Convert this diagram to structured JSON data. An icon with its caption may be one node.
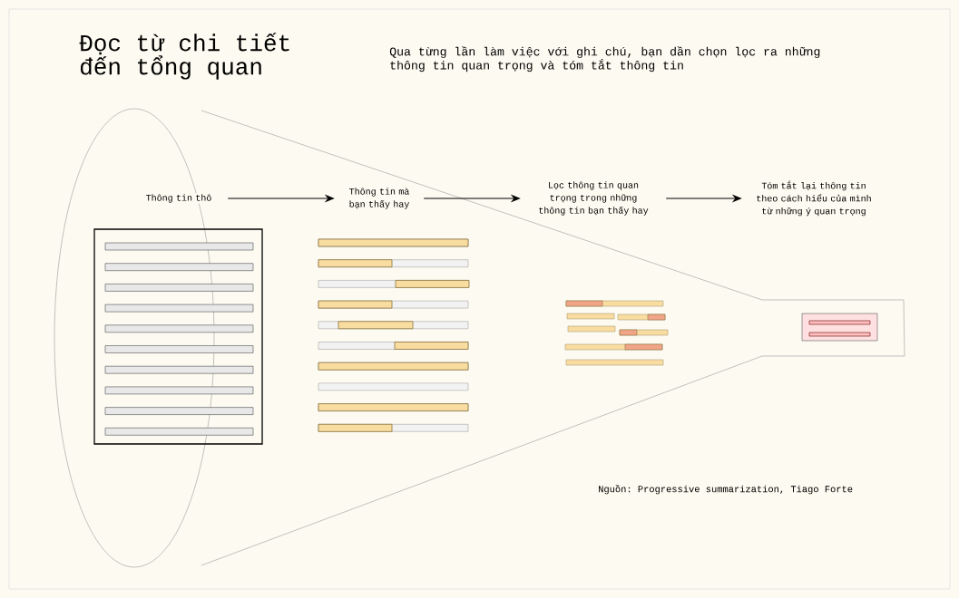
{
  "diagram": {
    "title": "Đọc từ chi tiết đến tổng quan",
    "nodes": [
      {
        "text": [
          "Thông tin thô"
        ]
      },
      {
        "text": [
          "Thông tin mà bạn thấy hay"
        ]
      },
      {
        "text": [
          "Lọc thông tin quan trọng trong những thông tin bạn thấy hay"
        ]
      },
      {
        "text": [
          "Tóm tắt lại thông tin theo cách hiểu của mình từ những ý quan trọng"
        ]
      }
    ],
    "edges": [
      {
        "from": 0,
        "to": 1,
        "arrow": "to"
      },
      {
        "from": 1,
        "to": 2,
        "arrow": "to"
      },
      {
        "from": 2,
        "to": 3,
        "arrow": "to"
      }
    ],
    "labels": [
      "Qua từng lần làm việc với ghi chú, bạn dần chọn lọc ra những thông tin quan trọng và tóm tắt thông tin",
      "Nguồn: Progressive summarization, Tiago Forte"
    ]
  }
}
